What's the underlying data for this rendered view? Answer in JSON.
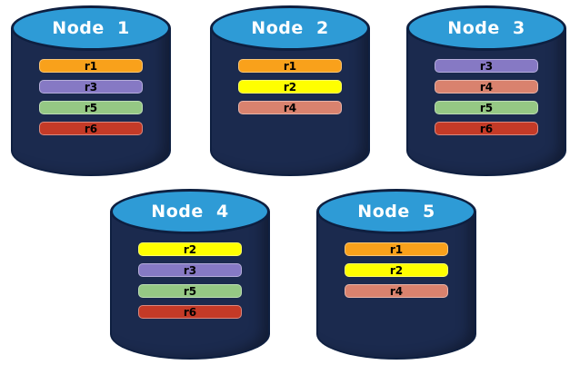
{
  "colors": {
    "cylinder_body": "#1B2A4E",
    "cylinder_outline": "#0E1F40",
    "cylinder_top": "#2E9BD6",
    "node_label": "#FFFFFF",
    "bar_label": "#000000",
    "bar_border": "#FFFFFF66",
    "replicas": {
      "r1": "#F9A11B",
      "r2": "#FFFF00",
      "r3": "#8679C4",
      "r4": "#D9826E",
      "r5": "#95C884",
      "r6": "#C43A27"
    }
  },
  "nodes": [
    {
      "label": "Node  1",
      "replicas": [
        "r1",
        "r3",
        "r5",
        "r6"
      ]
    },
    {
      "label": "Node  2",
      "replicas": [
        "r1",
        "r2",
        "r4"
      ]
    },
    {
      "label": "Node  3",
      "replicas": [
        "r3",
        "r4",
        "r5",
        "r6"
      ]
    },
    {
      "label": "Node  4",
      "replicas": [
        "r2",
        "r3",
        "r5",
        "r6"
      ]
    },
    {
      "label": "Node  5",
      "replicas": [
        "r1",
        "r2",
        "r4"
      ]
    }
  ]
}
